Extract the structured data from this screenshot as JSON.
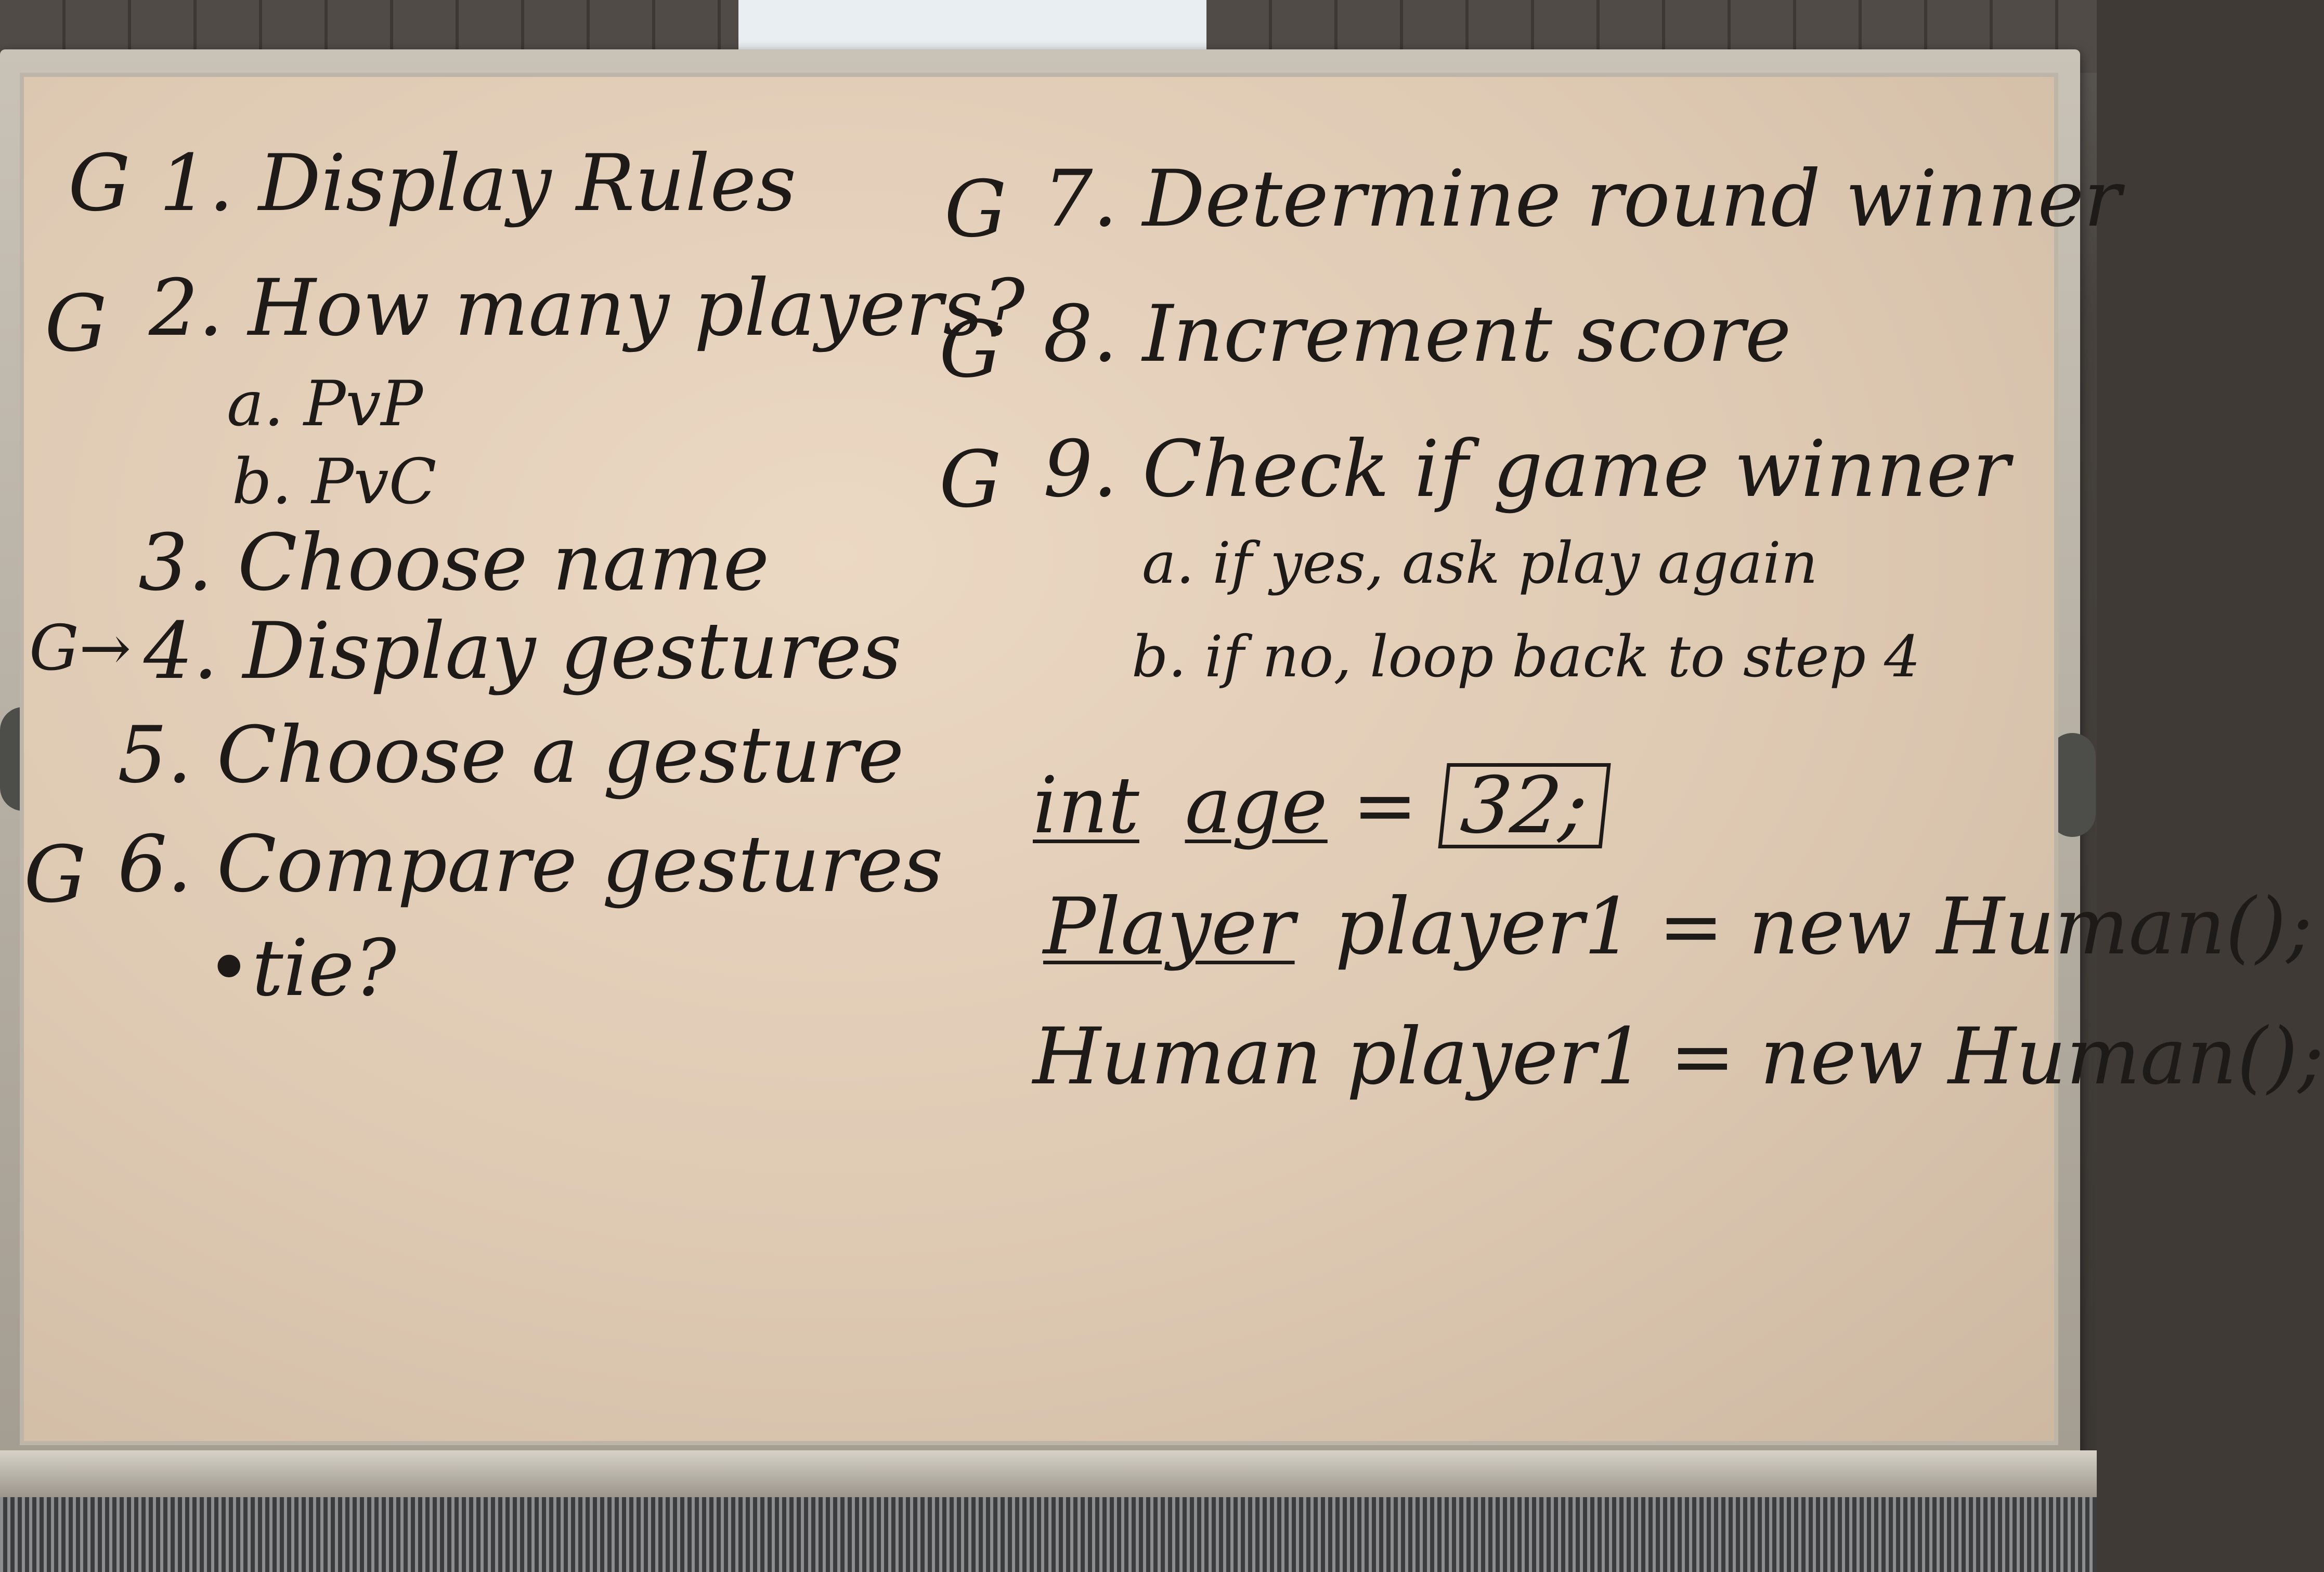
{
  "whiteboard": {
    "left_column": [
      {
        "marker": "G",
        "text": "1. Display Rules"
      },
      {
        "marker": "G",
        "text": "2. How many players?"
      },
      {
        "marker": "",
        "text": "a. PvP"
      },
      {
        "marker": "",
        "text": "b. PvC"
      },
      {
        "marker": "",
        "text": "3. Choose name"
      },
      {
        "marker": "G→",
        "text": "4. Display gestures"
      },
      {
        "marker": "",
        "text": "5. Choose a gesture"
      },
      {
        "marker": "G",
        "text": "6. Compare gestures"
      },
      {
        "marker": "",
        "text": "•tie?"
      }
    ],
    "right_column": [
      {
        "marker": "G",
        "text": "7. Determine round winner"
      },
      {
        "marker": "G",
        "text": "8. Increment score"
      },
      {
        "marker": "G",
        "text": "9. Check if game winner"
      },
      {
        "marker": "",
        "text": "a. if yes, ask play again"
      },
      {
        "marker": "",
        "text": "b. if no, loop back to step 4"
      }
    ],
    "code": {
      "line1_type": "int",
      "line1_name": "age",
      "line1_eq": "=",
      "line1_value": "32;",
      "line2_type": "Player",
      "line2_rest": "player1 = new Human();",
      "line3": "Human player1 = new Human();"
    }
  }
}
